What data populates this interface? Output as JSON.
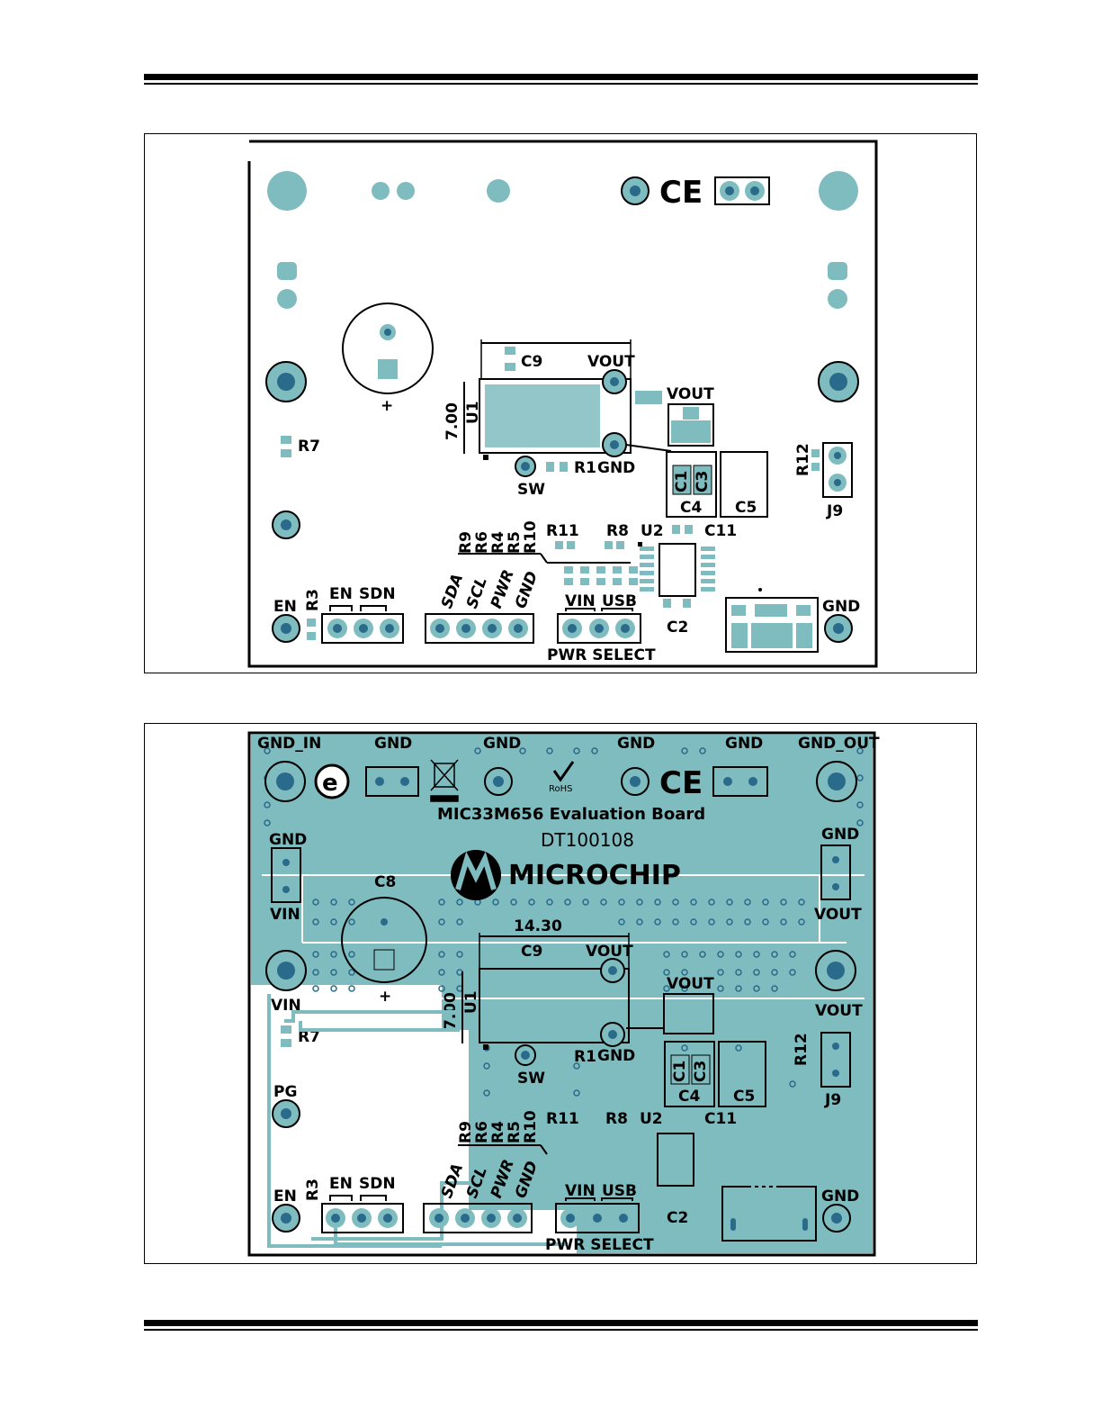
{
  "top_layer": {
    "labels": {
      "vout_top": "VOUT",
      "vout_right": "VOUT",
      "c9": "C9",
      "u1": "U1",
      "dim_7": "7.00",
      "gnd_u1": "GND",
      "r1": "R1",
      "sw": "SW",
      "r7": "R7",
      "r12": "R12",
      "j9": "J9",
      "c1": "C1",
      "c3": "C3",
      "c4": "C4",
      "c5": "C5",
      "r11": "R11",
      "r8": "R8",
      "u2": "U2",
      "c11": "C11",
      "c2": "C2",
      "r9": "R9",
      "r6": "R6",
      "r4": "R4",
      "r5": "R5",
      "r10": "R10",
      "en_left": "EN",
      "r3": "R3",
      "en": "EN",
      "sdn": "SDN",
      "sda": "SDA",
      "scl": "SCL",
      "pwr": "PWR",
      "gnd_hdr": "GND",
      "vin": "VIN",
      "usb": "USB",
      "pwr_select": "PWR SELECT",
      "gnd_right": "GND",
      "plus": "+",
      "ce": "CE"
    }
  },
  "bottom_layer": {
    "labels": {
      "gnd_in": "GND_IN",
      "gnd1": "GND",
      "gnd2": "GND",
      "gnd3": "GND",
      "gnd4": "GND",
      "gnd_out": "GND_OUT",
      "rohs": "RoHS",
      "board_title": "MIC33M656 Evaluation Board",
      "board_id": "DT100108",
      "brand": "MICROCHIP",
      "gnd_left": "GND",
      "vin_left": "VIN",
      "c8": "C8",
      "gnd_right": "GND",
      "vout_right": "VOUT",
      "dim_14": "14.30",
      "c9": "C9",
      "vout_top": "VOUT",
      "vout_mid": "VOUT",
      "vout_far": "VOUT",
      "vin_mid": "VIN",
      "u1": "U1",
      "dim_7": "7.00",
      "r7": "R7",
      "r1": "R1",
      "gnd_u1": "GND",
      "sw": "SW",
      "pg": "PG",
      "r12": "R12",
      "j9": "J9",
      "c1": "C1",
      "c3": "C3",
      "c4": "C4",
      "c5": "C5",
      "r11": "R11",
      "r8": "R8",
      "u2": "U2",
      "c11": "C11",
      "c2": "C2",
      "r9": "R9",
      "r6": "R6",
      "r4": "R4",
      "r5": "R5",
      "r10": "R10",
      "en_left": "EN",
      "r3": "R3",
      "en": "EN",
      "sdn": "SDN",
      "sda": "SDA",
      "scl": "SCL",
      "pwr": "PWR",
      "gnd_hdr": "GND",
      "vin_sel": "VIN",
      "usb": "USB",
      "pwr_select": "PWR SELECT",
      "gnd_bot": "GND",
      "plus": "+",
      "ce": "CE"
    }
  },
  "colors": {
    "copper": "#7fbcbf",
    "pad": "#72b3b6",
    "via": "#2a6a8a",
    "silk": "#000000"
  }
}
